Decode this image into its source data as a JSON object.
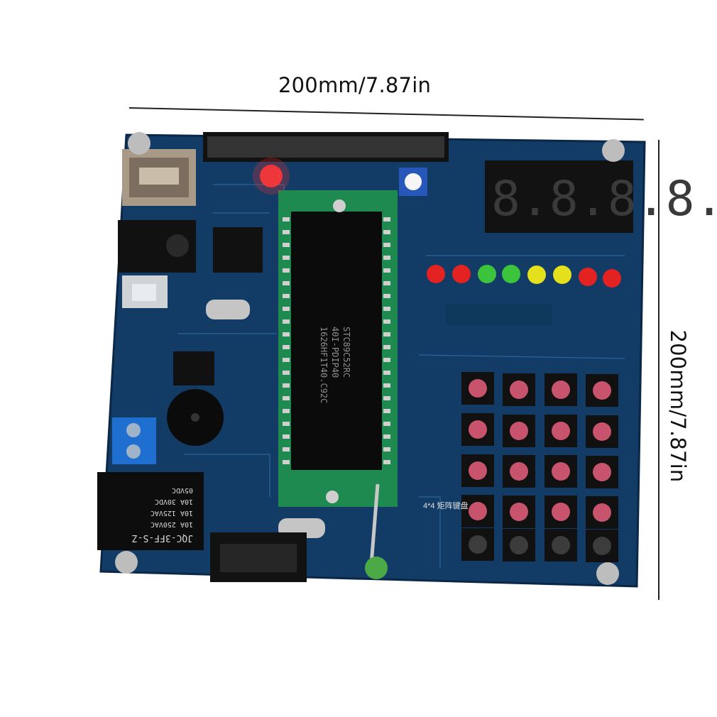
{
  "image": {
    "subject": "8051 microcontroller development board",
    "board_color": "#123c66",
    "chip_socket_color": "#1f8a4f",
    "led_colors": [
      "#e32222",
      "#e32222",
      "#3cc43c",
      "#3cc43c",
      "#e5e01c",
      "#e5e01c",
      "#e32222",
      "#e32222"
    ]
  },
  "dimensions": {
    "width_label": "200mm/7.87in",
    "height_label": "200mm/7.87in"
  },
  "display": {
    "digits": "8.8.8.8."
  },
  "chip": {
    "lines": [
      "STC89C52RC",
      "40I-PDIP40",
      "1626HF1T40.C92C"
    ]
  },
  "relay": {
    "lines": [
      "JQC-3FF-S-Z",
      "10A 250VAC",
      "10A 125VAC",
      "10A 30VDC",
      "05VDC"
    ]
  },
  "keypad": {
    "caption": "4*4 矩阵键盘"
  }
}
